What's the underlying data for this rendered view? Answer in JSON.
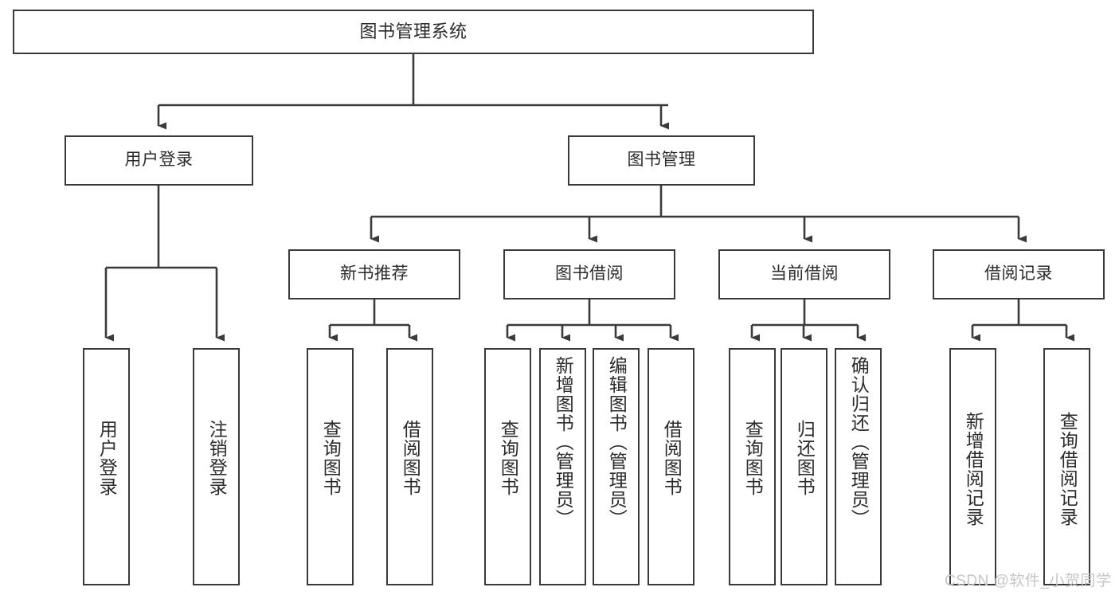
{
  "diagram": {
    "title": "图书管理系统",
    "type": "hierarchy-tree",
    "root": {
      "id": "root",
      "label": "图书管理系统"
    },
    "level2": [
      {
        "id": "user-login",
        "label": "用户登录"
      },
      {
        "id": "book-manage",
        "label": "图书管理"
      }
    ],
    "level3": [
      {
        "id": "new-book-rec",
        "label": "新书推荐",
        "parent": "book-manage"
      },
      {
        "id": "book-borrow",
        "label": "图书借阅",
        "parent": "book-manage"
      },
      {
        "id": "current-borrow",
        "label": "当前借阅",
        "parent": "book-manage"
      },
      {
        "id": "borrow-record",
        "label": "借阅记录",
        "parent": "book-manage"
      }
    ],
    "leaves": [
      {
        "id": "leaf-user-login",
        "label": "用户登录",
        "parent": "user-login"
      },
      {
        "id": "leaf-logout",
        "label": "注销登录",
        "parent": "user-login"
      },
      {
        "id": "leaf-query-book-1",
        "label": "查询图书",
        "parent": "new-book-rec"
      },
      {
        "id": "leaf-borrow-book-1",
        "label": "借阅图书",
        "parent": "new-book-rec"
      },
      {
        "id": "leaf-query-book-2",
        "label": "查询图书",
        "parent": "book-borrow"
      },
      {
        "id": "leaf-add-book",
        "label": "新增图书（管理员）",
        "parent": "book-borrow"
      },
      {
        "id": "leaf-edit-book",
        "label": "编辑图书（管理员）",
        "parent": "book-borrow"
      },
      {
        "id": "leaf-borrow-book-2",
        "label": "借阅图书",
        "parent": "book-borrow"
      },
      {
        "id": "leaf-query-book-3",
        "label": "查询图书",
        "parent": "current-borrow"
      },
      {
        "id": "leaf-return-book",
        "label": "归还图书",
        "parent": "current-borrow"
      },
      {
        "id": "leaf-confirm-return",
        "label": "确认归还（管理员）",
        "parent": "current-borrow"
      },
      {
        "id": "leaf-add-record",
        "label": "新增借阅记录",
        "parent": "borrow-record"
      },
      {
        "id": "leaf-query-record",
        "label": "查询借阅记录",
        "parent": "borrow-record"
      }
    ]
  },
  "watermark": {
    "text": "CSDN @软件_小贺同学"
  },
  "colors": {
    "stroke": "#3a3a3a",
    "text": "#2b2b2b",
    "background": "#ffffff",
    "watermark": "#c6c6c6"
  }
}
